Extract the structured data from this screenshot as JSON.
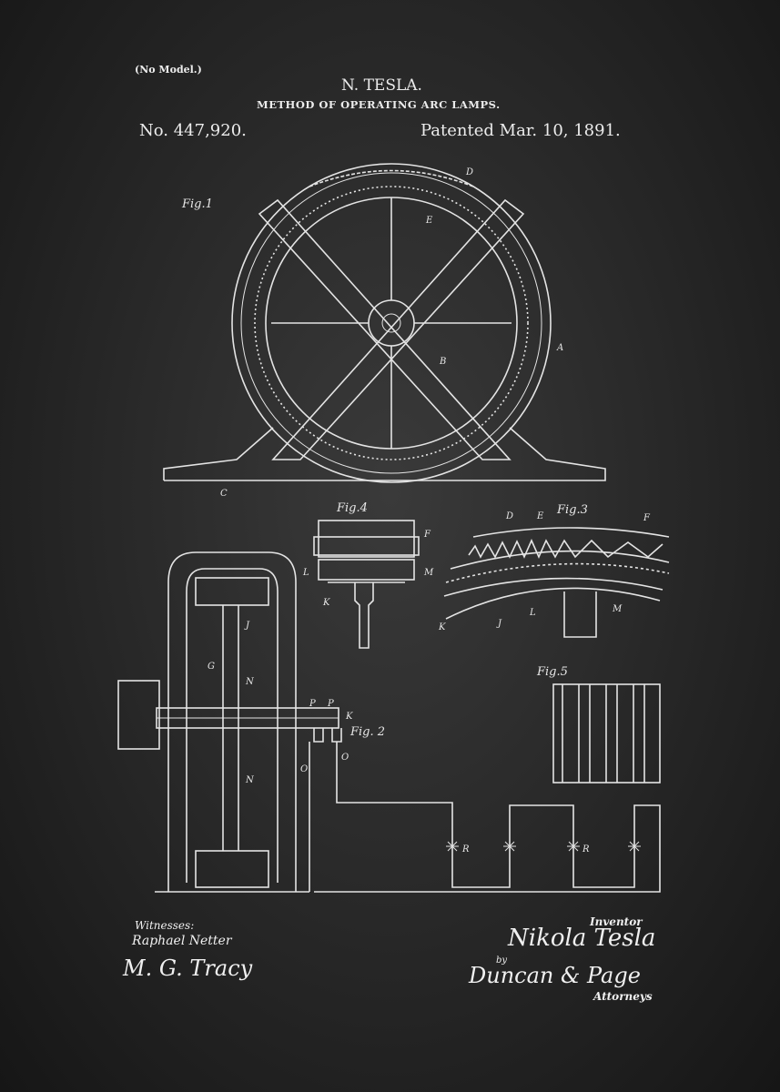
{
  "header": {
    "model_note": "(No Model.)",
    "inventor_name": "N. TESLA.",
    "title": "METHOD OF OPERATING ARC LAMPS.",
    "patent_number": "No. 447,920.",
    "patent_date": "Patented Mar. 10, 1891."
  },
  "figures": {
    "fig1": {
      "label": "Fig.1",
      "parts": [
        "D",
        "E",
        "A",
        "B",
        "C"
      ]
    },
    "fig2": {
      "label": "Fig. 2",
      "parts": [
        "J",
        "G",
        "N",
        "N",
        "P",
        "P",
        "K",
        "O",
        "O",
        "R",
        "R"
      ]
    },
    "fig3": {
      "label": "Fig.3",
      "parts": [
        "D",
        "E",
        "F",
        "K",
        "J",
        "L",
        "M"
      ]
    },
    "fig4": {
      "label": "Fig.4",
      "parts": [
        "F",
        "L",
        "M",
        "K"
      ]
    },
    "fig5": {
      "label": "Fig.5"
    }
  },
  "footer": {
    "witnesses_label": "Witnesses:",
    "witness_1": "Raphael Netter",
    "witness_2": "M. G. Tracy",
    "inventor_label": "Inventor",
    "inventor_signature": "Nikola Tesla",
    "by_label": "by",
    "attorney_signature": "Duncan & Page",
    "attorneys_label": "Attorneys"
  },
  "colors": {
    "background": "#2a2a2a",
    "chalk": "#e8e8e8"
  }
}
